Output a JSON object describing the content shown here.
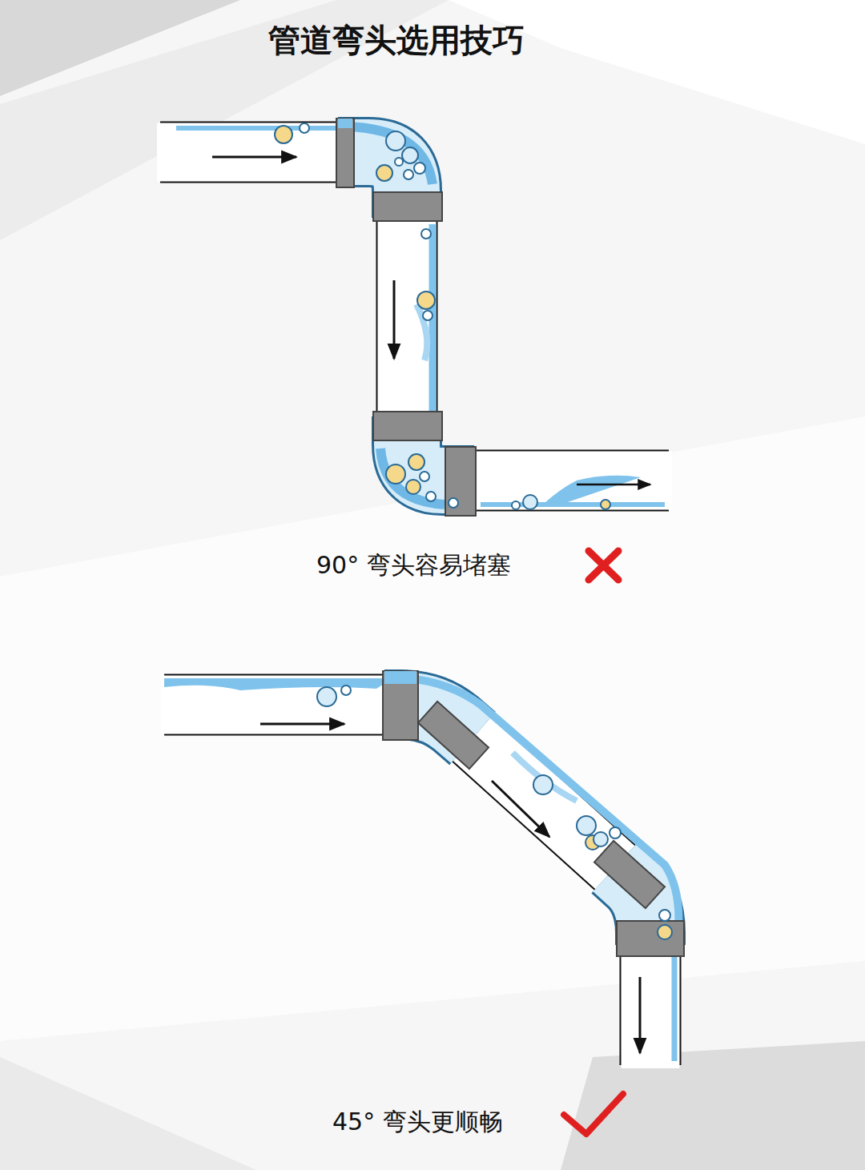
{
  "diagram": {
    "title": "管道弯头选用技巧",
    "labels": [
      "90° 弯头容易堵塞",
      "45° 弯头更顺畅"
    ]
  }
}
